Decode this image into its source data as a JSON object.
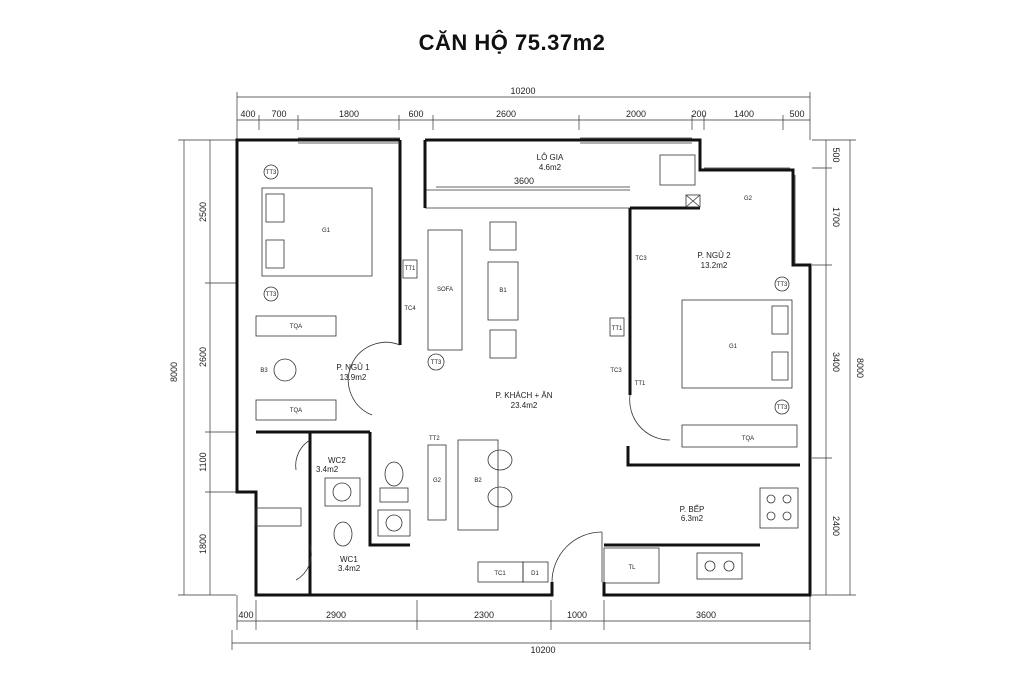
{
  "title": "CĂN HỘ 75.37m2",
  "dims": {
    "top_total": "10200",
    "top_segments": [
      "400",
      "700",
      "1800",
      "600",
      "2600",
      "2000",
      "200",
      "1400",
      "500"
    ],
    "bottom_segments": [
      "400",
      "2900",
      "2300",
      "1000",
      "3600"
    ],
    "bottom_total": "10200",
    "left_total": "8000",
    "left_segments": [
      "2500",
      "2600",
      "1100",
      "1800"
    ],
    "right_total": "8000",
    "right_segments": [
      "500",
      "1700",
      "3400",
      "2400"
    ],
    "loggia_inner": "3600"
  },
  "rooms": {
    "logia": {
      "name": "LÔ GIA",
      "area": "4.6m2"
    },
    "bed1": {
      "name": "P. NGỦ 1",
      "area": "13.9m2"
    },
    "bed2": {
      "name": "P. NGỦ 2",
      "area": "13.2m2"
    },
    "living": {
      "name": "P. KHÁCH + ĂN",
      "area": "23.4m2"
    },
    "kitchen": {
      "name": "P. BẾP",
      "area": "6.3m2"
    },
    "wc1": {
      "name": "WC1",
      "area": "3.4m2"
    },
    "wc2": {
      "name": "WC2",
      "area": "3.4m2"
    }
  },
  "tags": {
    "g1_left": "G1",
    "g1_right": "G1",
    "g2_top": "G2",
    "g2_mid": "G2",
    "b1": "B1",
    "b2": "B2",
    "b3": "B3",
    "sofa": "SOFA",
    "tt1_a": "TT1",
    "tt1_b": "TT1",
    "tt1_c": "TT1",
    "tt2": "TT2",
    "tt3_a": "TT3",
    "tt3_b": "TT3",
    "tt3_c": "TT3",
    "tt3_d": "TT3",
    "tt3_e": "TT3",
    "tc1": "TC1",
    "d1": "D1",
    "tc3_a": "TC3",
    "tc3_b": "TC3",
    "tc4": "TC4",
    "tl": "TL",
    "wardrobe_a": "TQA",
    "wardrobe_b": "TQA",
    "wardrobe_c": "TQA"
  }
}
